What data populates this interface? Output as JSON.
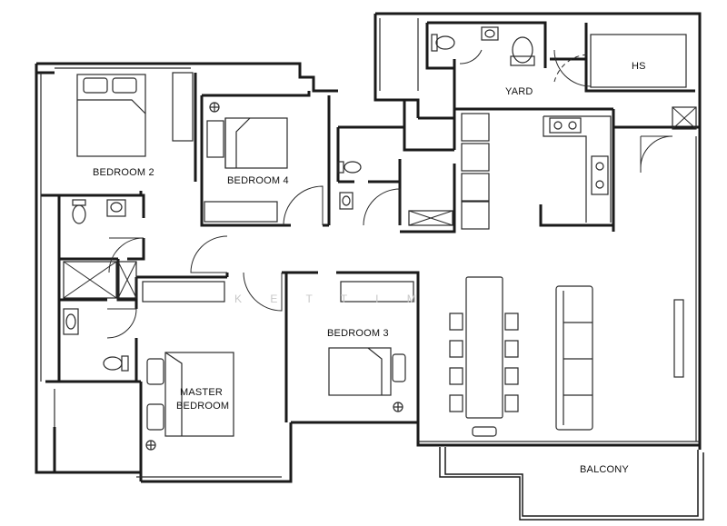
{
  "rooms": {
    "bedroom_2": "BEDROOM 2",
    "bedroom_4": "BEDROOM 4",
    "bedroom_3": "BEDROOM 3",
    "master_line1": "MASTER",
    "master_line2": "BEDROOM",
    "yard": "YARD",
    "hs": "HS",
    "balcony": "BALCONY"
  },
  "watermark": "K E T T I M"
}
